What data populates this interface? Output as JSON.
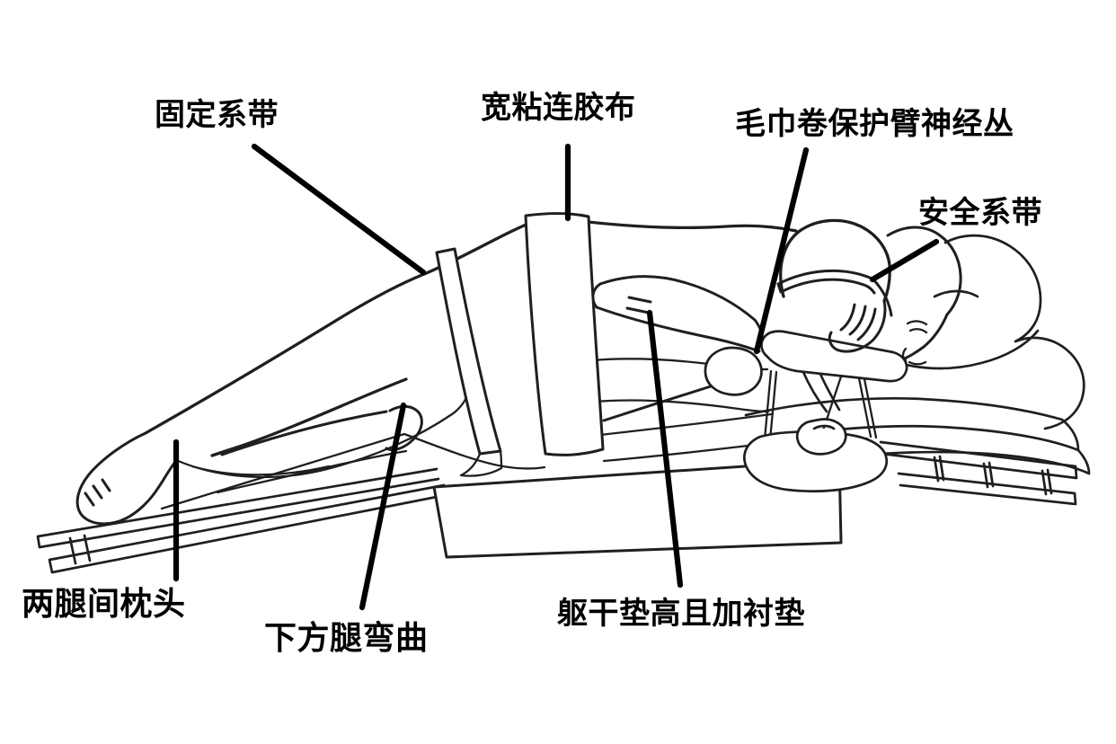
{
  "figure": {
    "background_color": "#ffffff",
    "line_color": "#1f1f1f",
    "leader_color": "#000000",
    "text_color": "#000000"
  },
  "labels": {
    "fixation_strap": "固定系带",
    "wide_adhesive_tape": "宽粘连胶布",
    "towel_roll_brachial_plexus": "毛巾卷保护臂神经丛",
    "safety_strap": "安全系带",
    "pillow_between_legs": "两腿间枕头",
    "lower_leg_bent": "下方腿弯曲",
    "trunk_elevated_padded": "躯干垫高且加衬垫"
  }
}
